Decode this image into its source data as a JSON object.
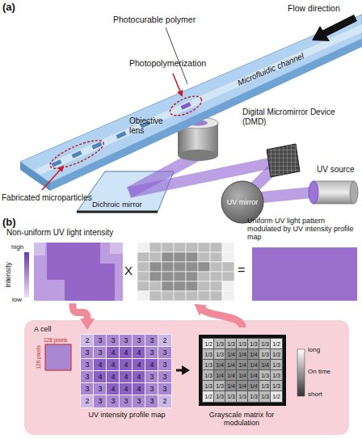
{
  "diagram": {
    "nodes": [
      {
        "text": [
          "Non-uniform UV light intensity"
        ]
      },
      {
        "text": [
          "Uniform UV light pattern modulated by UV intensity profile map"
        ]
      },
      {
        "text": [
          "UV intensity profile map"
        ]
      },
      {
        "text": [
          "Grayscale matrix for modulation"
        ]
      }
    ],
    "edges": [
      {
        "from": 0,
        "to": 2,
        "arrow": "to"
      },
      {
        "from": 2,
        "to": 3,
        "arrow": "to"
      }
    ],
    "labels": [
      "(a)",
      "Photocurable polymer",
      "Flow direction",
      "Photopolymerization",
      "Microfluidic channel",
      "Fabricated microparticles",
      "Objective lens",
      "Digital Micromirror Device (DMD)",
      "UV mirror",
      "UV source",
      "Dichroic mirror",
      "(b)",
      "Intensity",
      "high",
      "low",
      "X",
      "=",
      "A cell",
      "128 pixels",
      "128 pixels",
      "long",
      "On time",
      "short",
      "2",
      "3",
      "3",
      "3",
      "3",
      "3",
      "2",
      "3",
      "3",
      "4",
      "4",
      "4",
      "3",
      "3",
      "3",
      "4",
      "4",
      "4",
      "4",
      "4",
      "3",
      "3",
      "4",
      "4",
      "4",
      "4",
      "3",
      "3",
      "3",
      "3",
      "4",
      "4",
      "4",
      "3",
      "3",
      "2",
      "3",
      "3",
      "3",
      "3",
      "3",
      "2",
      "1/2",
      "1/3",
      "1/3",
      "1/3",
      "1/3",
      "1/3",
      "1/2",
      "1/3",
      "1/3",
      "1/4",
      "1/4",
      "1/4",
      "1/3",
      "1/3",
      "1/3",
      "1/4",
      "1/4",
      "1/4",
      "1/4",
      "1/4",
      "1/3",
      "1/3",
      "1/4",
      "1/4",
      "1/4",
      "1/4",
      "1/3",
      "1/3",
      "1/3",
      "1/3",
      "1/4",
      "1/4",
      "1/4",
      "1/3",
      "1/3",
      "1/2",
      "1/3",
      "1/3",
      "1/3",
      "1/3",
      "1/3",
      "1/2"
    ]
  }
}
